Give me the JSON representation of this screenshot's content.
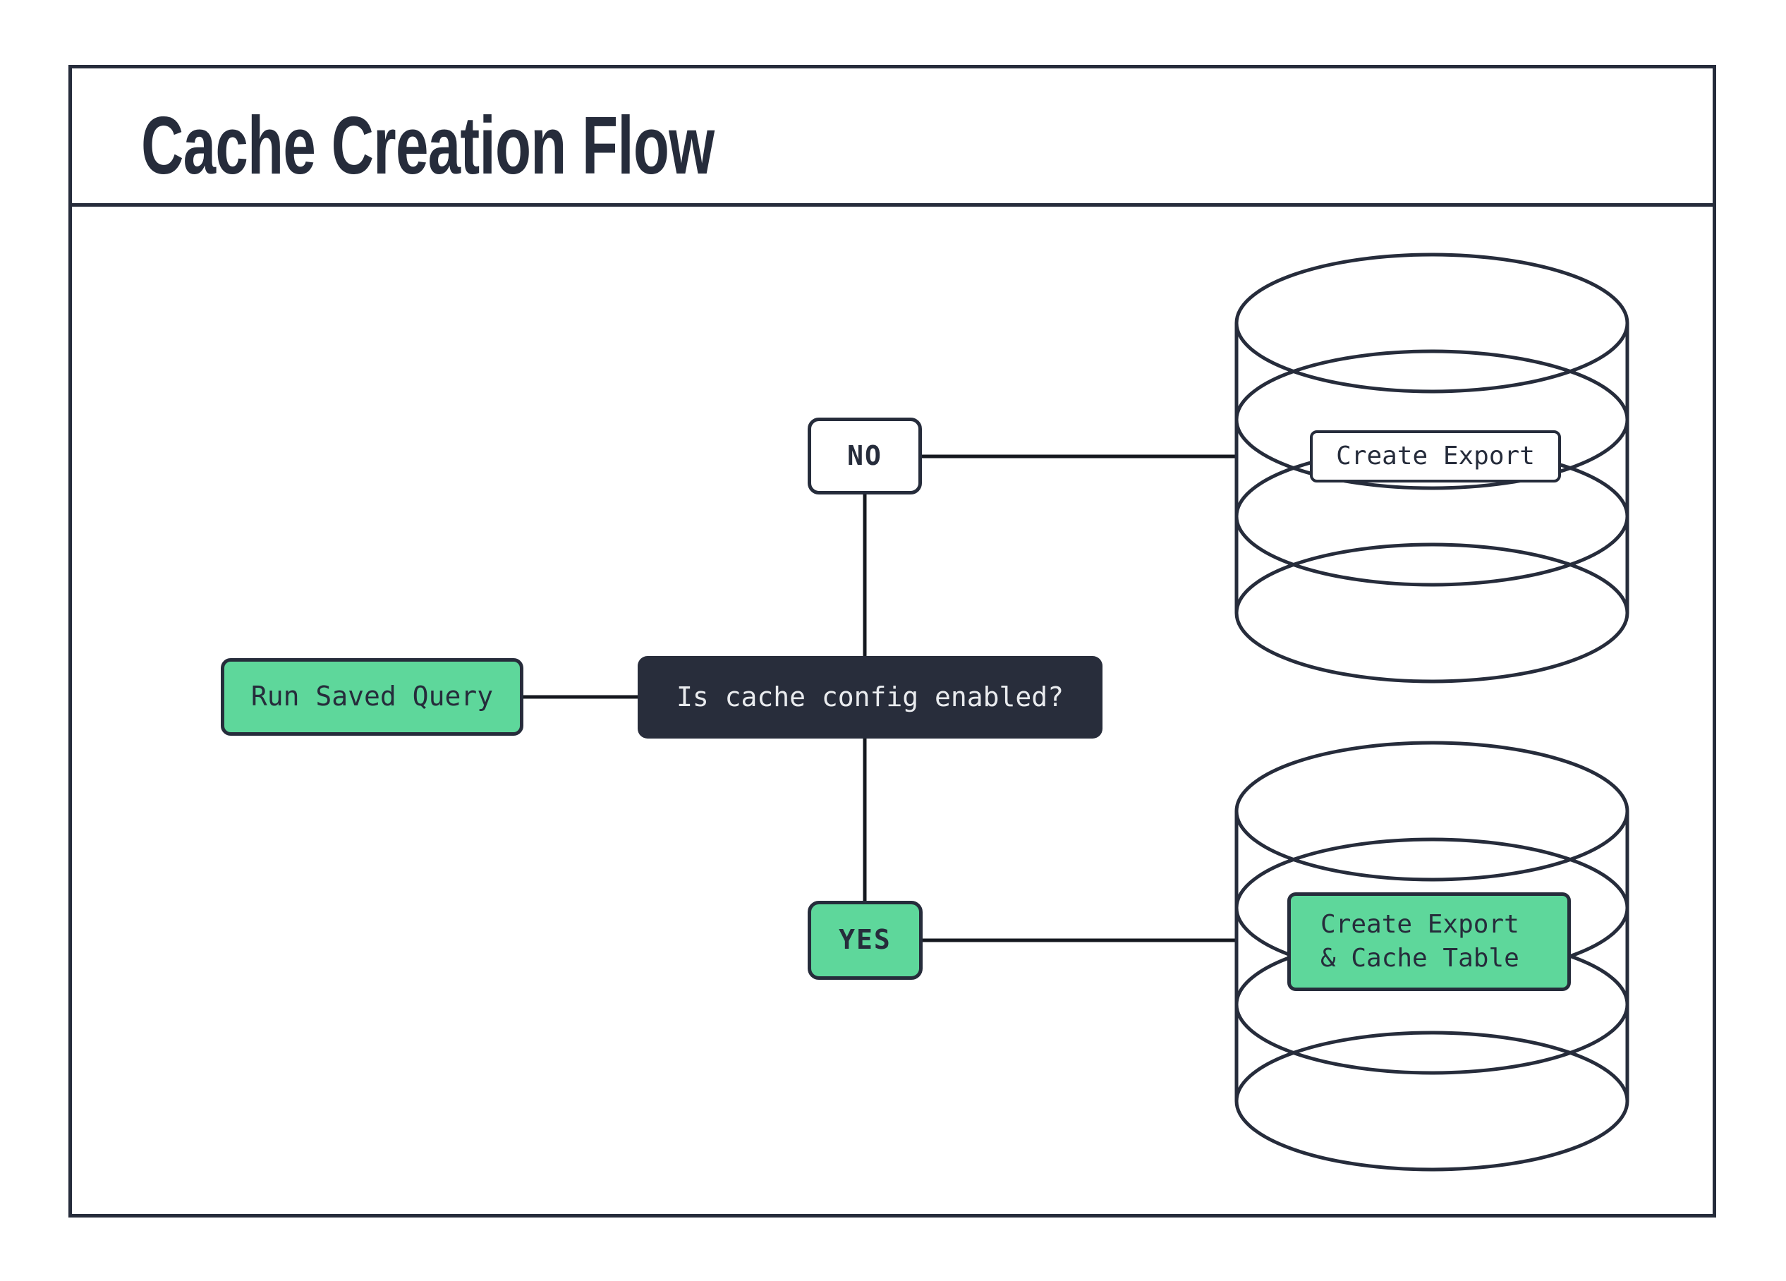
{
  "colors": {
    "ink": "#262c3b",
    "green": "#5ed79b",
    "dark_fill": "#282d3b",
    "light_text": "#e9ebee",
    "line": "#15181f",
    "bg": "#ffffff"
  },
  "header": {
    "title": "Cache Creation Flow"
  },
  "diagram": {
    "start_node": {
      "label": "Run Saved Query"
    },
    "decision_node": {
      "label": "Is cache config enabled?"
    },
    "branches": {
      "no": {
        "label": "NO"
      },
      "yes": {
        "label": "YES"
      }
    },
    "databases": {
      "export": {
        "icon": "database-cylinder-icon",
        "label": "Create Export"
      },
      "export_cache": {
        "icon": "database-cylinder-icon",
        "lines": [
          "Create Export",
          "& Cache Table"
        ]
      }
    }
  }
}
